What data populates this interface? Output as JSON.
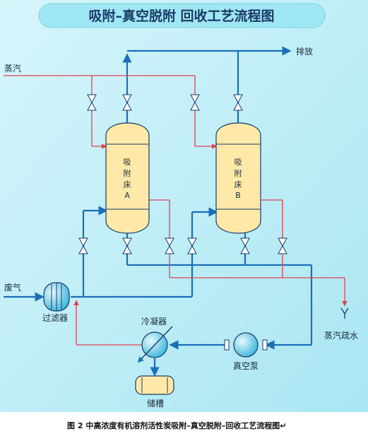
{
  "title": "吸附–真空脱附 回收工艺流程图",
  "labels": {
    "vent": "排放",
    "steam": "蒸汽",
    "waste_gas": "废气",
    "filter": "过滤器",
    "condenser": "冷凝器",
    "vacuum_pump": "真空泵",
    "storage_tank": "储槽",
    "steam_drain": "蒸汽疏水"
  },
  "vessel_a": {
    "line1": "吸",
    "line2": "附",
    "line3": "床",
    "line4": "A"
  },
  "vessel_b": {
    "line1": "吸",
    "line2": "附",
    "line3": "床",
    "line4": "B"
  },
  "caption": "图 2  中高浓度有机溶剂活性炭吸附–真空脱附–回收工艺流程图↵",
  "colors": {
    "process_line": "#1a6fb8",
    "steam_line": "#e0424f",
    "vessel_fill": "#ffe9a8",
    "equipment_fill": "#5fc8e6",
    "background": "#b9ecf6"
  },
  "icons": [
    "valve-icon",
    "arrow-icon",
    "filter-icon",
    "condenser-icon",
    "pump-icon",
    "tank-icon",
    "drain-icon"
  ]
}
